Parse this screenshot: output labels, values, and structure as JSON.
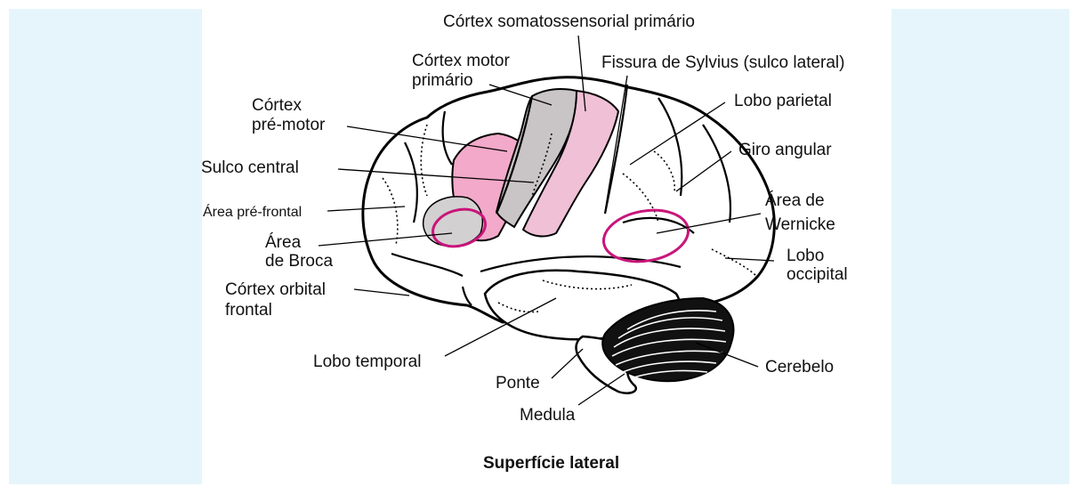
{
  "figure": {
    "caption": "Superfície lateral",
    "colors": {
      "frame_background": "#e6f5fb",
      "premotor_fill": "#f3a9c9",
      "motor_fill": "#c9c4c6",
      "somatosensory_fill": "#efc0d6",
      "broca_fill": "#d3d0d1",
      "highlight_ellipse": "#c8157a",
      "outline": "#000000"
    },
    "labels": {
      "somatosensory": "Córtex somatossensorial  primário",
      "motor_line1": "Córtex motor",
      "motor_line2": "primário",
      "sylvian": "Fissura de Sylvius (sulco lateral)",
      "premotor_line1": "Córtex",
      "premotor_line2": "pré-motor",
      "parietal": "Lobo parietal",
      "angular": "Giro angular",
      "central_sulcus": "Sulco central",
      "prefrontal": "Área pré-frontal",
      "wernicke_line1": "Área de",
      "wernicke_line2": "Wernicke",
      "broca_line1": "Área",
      "broca_line2": "de Broca",
      "occipital_line1": "Lobo",
      "occipital_line2": "occipital",
      "orbital_line1": "Córtex orbital",
      "orbital_line2": "frontal",
      "temporal": "Lobo temporal",
      "cerebellum": "Cerebelo",
      "pons": "Ponte",
      "medulla": "Medula"
    }
  }
}
